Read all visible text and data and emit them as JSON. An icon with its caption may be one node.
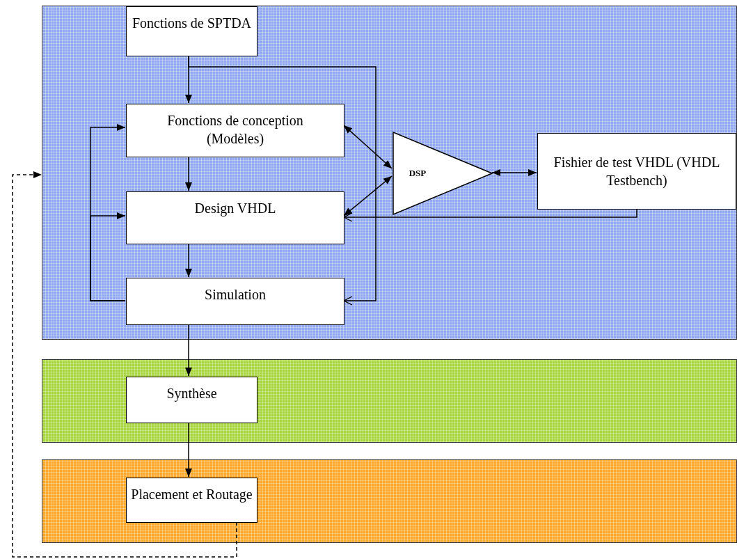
{
  "diagram": {
    "nodes": [
      {
        "text": [],
        "shape": "box"
      },
      {
        "text": [
          "Fonctions de SPTDA"
        ],
        "in": 0
      },
      {
        "text": [
          "Fonctions de conception (Modèles)"
        ],
        "in": 0
      },
      {
        "text": [
          "Design VHDL"
        ],
        "in": 0
      },
      {
        "text": [
          "Simulation"
        ],
        "in": 0
      },
      {
        "text": [
          "DSP"
        ],
        "in": 0
      },
      {
        "text": [
          "Fishier de test VHDL (VHDL Testbench)"
        ],
        "in": 0
      },
      {
        "text": [],
        "shape": "box"
      },
      {
        "text": [
          "Synthèse"
        ],
        "in": 7
      },
      {
        "text": [],
        "shape": "box"
      },
      {
        "text": [
          "Placement et Routage"
        ],
        "in": 9
      }
    ],
    "edges": [
      {
        "from": 1,
        "to": 2,
        "arrow": "to"
      },
      {
        "from": 1,
        "to": 4,
        "arrow": "to"
      },
      {
        "from": 2,
        "to": 5,
        "arrow": "both"
      },
      {
        "from": 3,
        "to": 5,
        "arrow": "both"
      },
      {
        "from": 5,
        "to": 6,
        "arrow": "both"
      },
      {
        "from": 6,
        "to": 3,
        "arrow": "to"
      },
      {
        "from": 2,
        "to": 3,
        "arrow": "to"
      },
      {
        "from": 3,
        "to": 4,
        "arrow": "to"
      },
      {
        "from": 4,
        "to": 2,
        "arrow": "to"
      },
      {
        "from": 4,
        "to": 3,
        "arrow": "to"
      },
      {
        "from": 4,
        "to": 8,
        "arrow": "to"
      },
      {
        "from": 8,
        "to": 10,
        "arrow": "to"
      },
      {
        "from": 10,
        "to": 0,
        "arrow": "to",
        "style": "dashed"
      }
    ]
  }
}
